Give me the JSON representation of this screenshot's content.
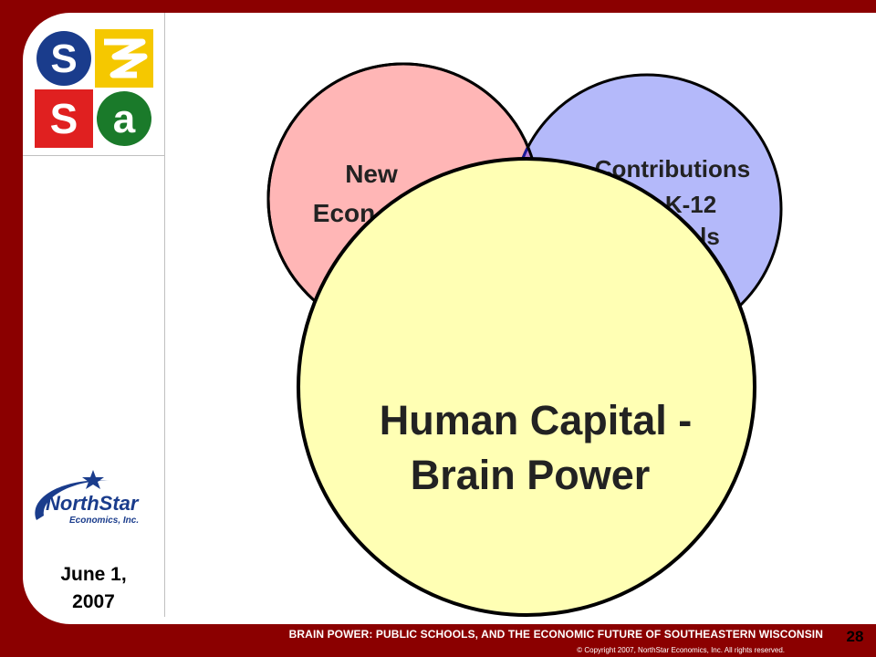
{
  "logo": {
    "tiles": [
      "S",
      "S",
      "a"
    ]
  },
  "northstar": {
    "name": "NorthStar",
    "tagline": "Economics, Inc."
  },
  "date": {
    "line1": "June 1,",
    "line2": "2007"
  },
  "diagram": {
    "circles": [
      {
        "lines": [
          "New",
          "Econ"
        ]
      },
      {
        "lines": [
          "Contributions",
          "K-12",
          "ls"
        ]
      },
      {
        "lines": [
          "Human Capital -",
          "Brain Power"
        ]
      }
    ]
  },
  "footer": {
    "title": "BRAIN POWER: PUBLIC SCHOOLS, AND THE ECONOMIC FUTURE OF SOUTHEASTERN WISCONSIN",
    "copyright": "© Copyright 2007, NorthStar Economics, Inc. All rights reserved.",
    "page_number": "28"
  },
  "colors": {
    "frame": "#8b0000",
    "circle_left": "#ffb6b6",
    "circle_right": "#b4b9fa",
    "circle_overlap": "#b77fd6",
    "circle_front": "#ffffb4",
    "logo_blue": "#1a3c8c",
    "logo_yellow": "#f5c800",
    "logo_red": "#e02020",
    "logo_green": "#1a7a2a"
  }
}
